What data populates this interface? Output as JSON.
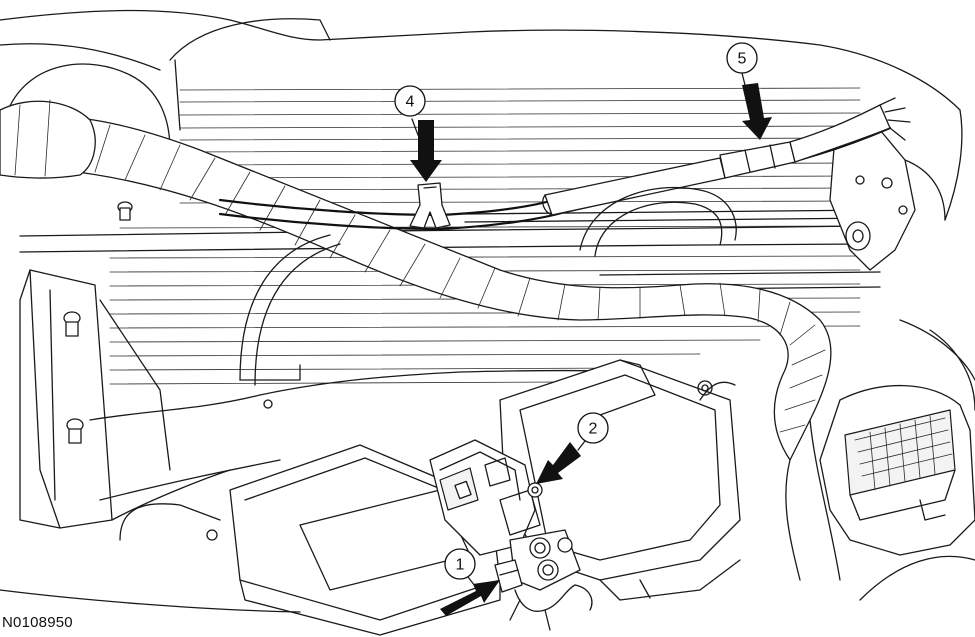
{
  "figure_id": "N0108950",
  "callouts": [
    {
      "number": "1"
    },
    {
      "number": "2"
    },
    {
      "number": "4"
    },
    {
      "number": "5"
    }
  ],
  "colors": {
    "line": "#1a1a1a",
    "background": "#ffffff"
  }
}
